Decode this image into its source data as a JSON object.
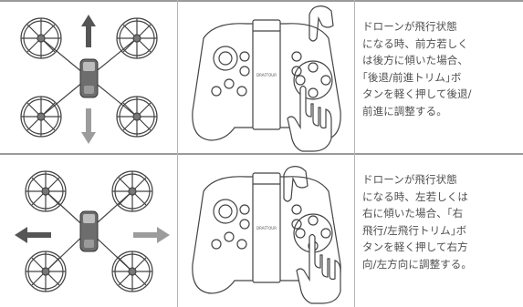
{
  "rows": [
    {
      "description": "ドローンが飛行状態\nになる時、前方若しく\nは後方に傾いた場合、\n｢後退/前進トリム｣ボ\nタンを軽く押して後退/\n前進に調整する。",
      "direction": "forward-backward",
      "arrow_color": "#7d7d7d"
    },
    {
      "description": "ドローンが飛行状態\nになる時、左若しくは\n右に傾いた場合、｢右\n飛行/左飛行トリム｣ボ\nタンを軽く押して右方\n向/左方向に調整する。",
      "direction": "left-right",
      "arrow_color": "#7d7d7d"
    }
  ],
  "controller": {
    "brand_text": "DRAFTOUR"
  },
  "colors": {
    "line": "#444444",
    "border": "#9a9a9a"
  }
}
